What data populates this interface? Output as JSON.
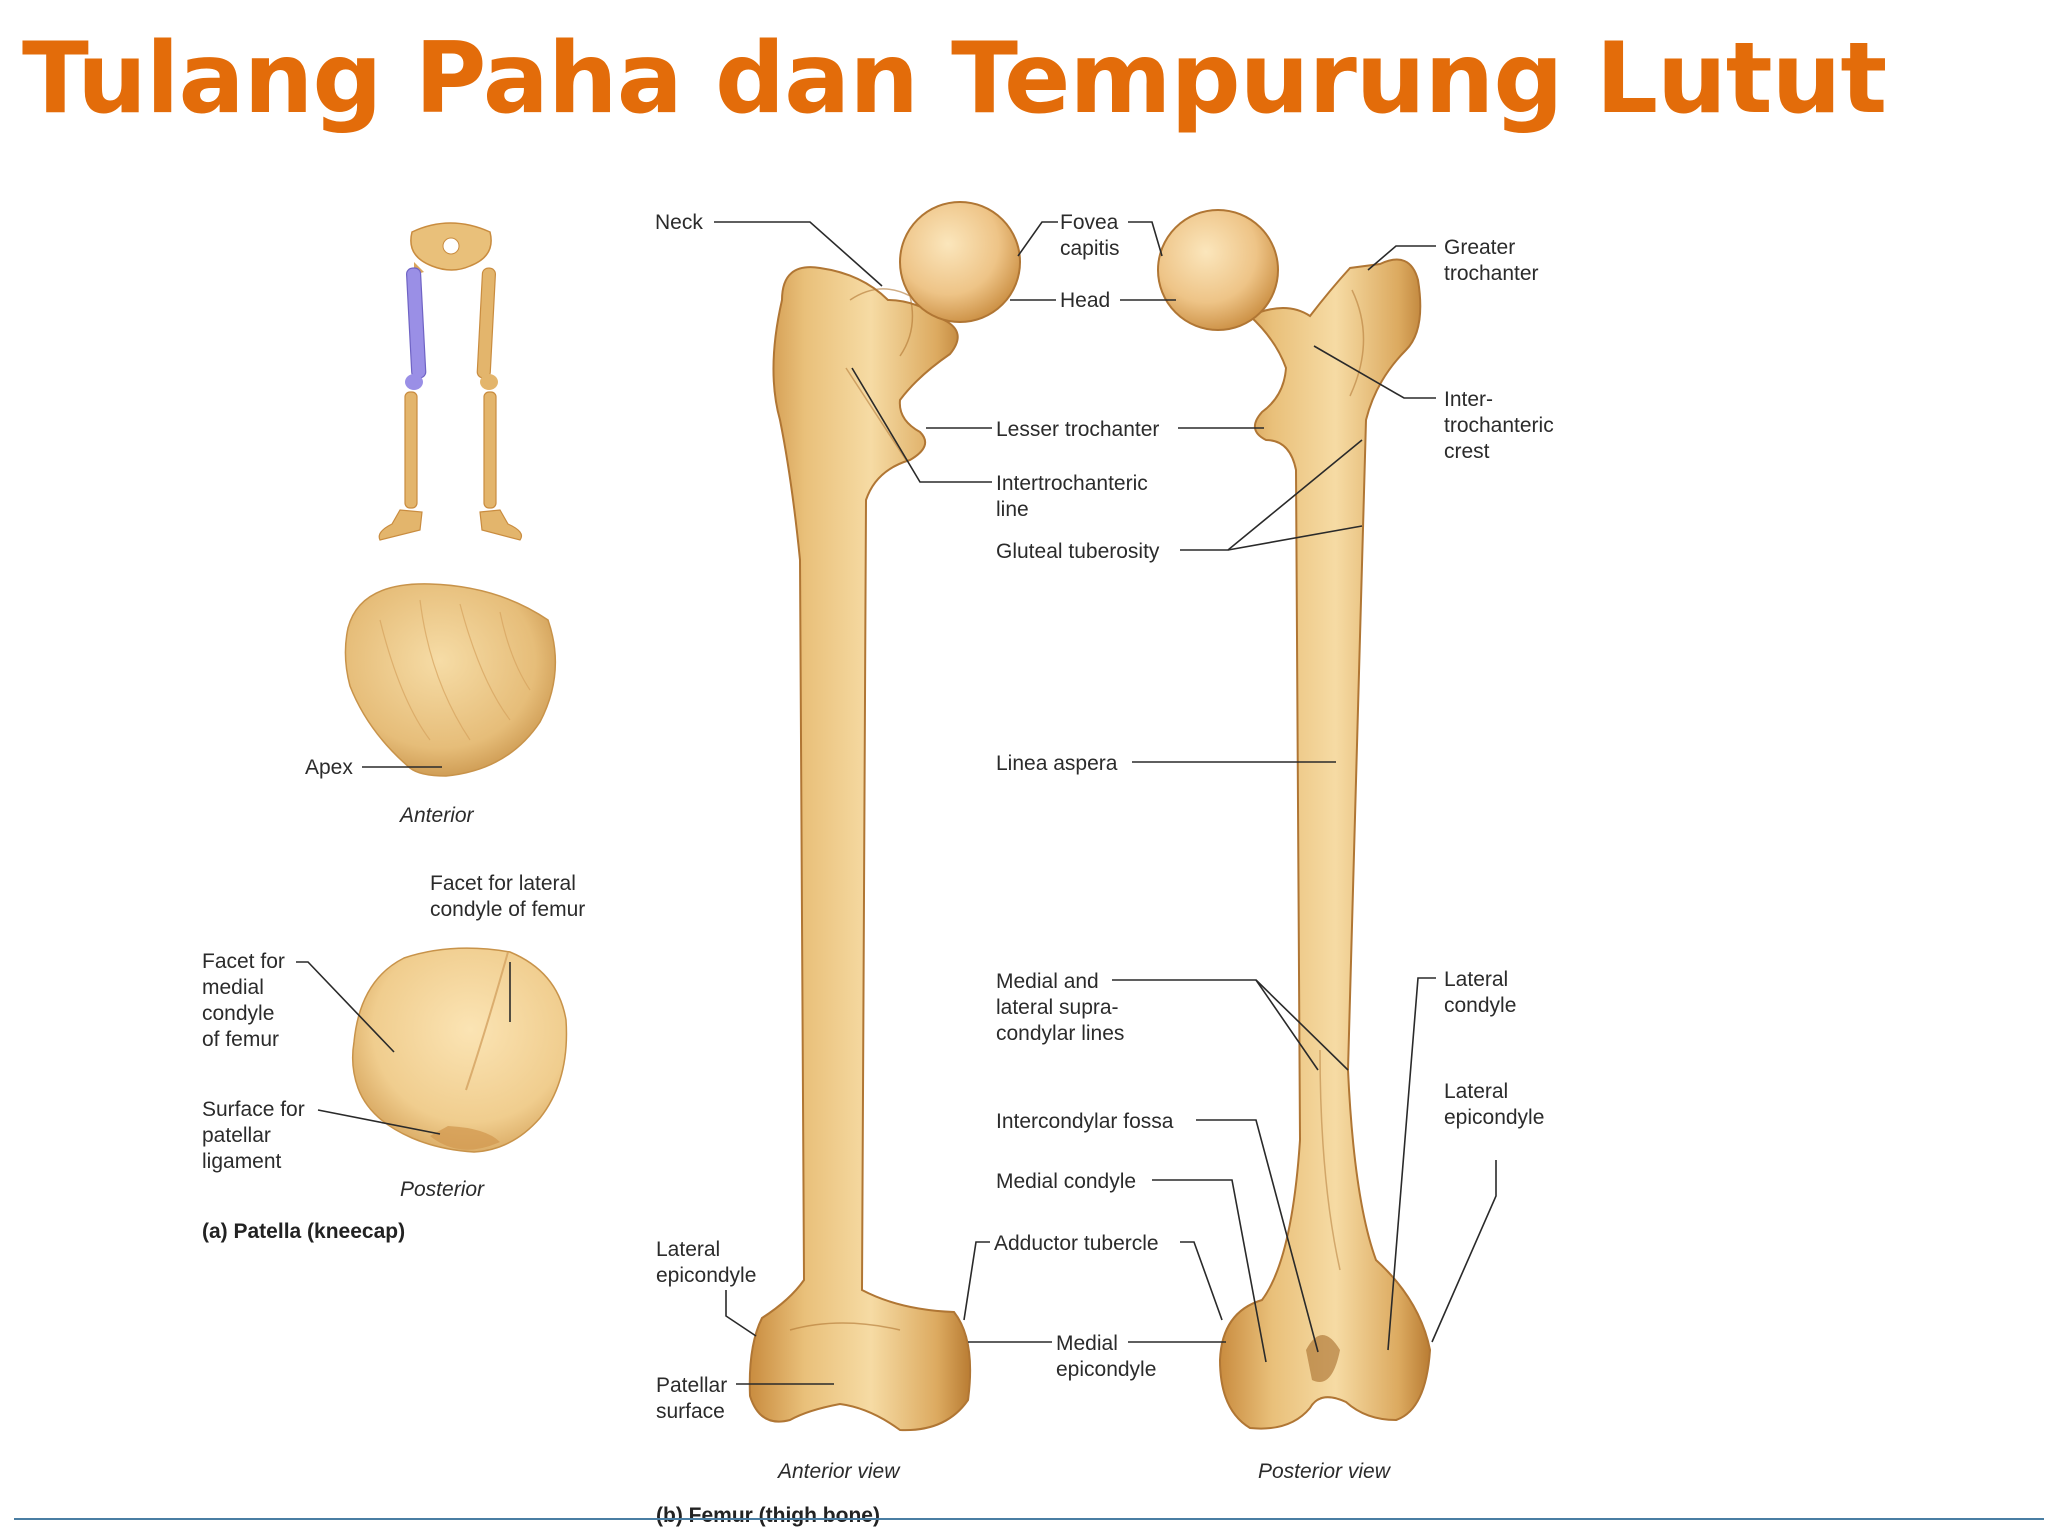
{
  "slide": {
    "title": "Tulang Paha dan Tempurung Lutut"
  },
  "colors": {
    "title": "#e36c0a",
    "bone_light": "#f3d49a",
    "bone_mid": "#e3b56c",
    "bone_dark": "#c98c3f",
    "femur_highlight": "#9a8fe6",
    "rule": "#4a7ea3"
  },
  "patella": {
    "caption_anterior": "Anterior",
    "caption_posterior": "Posterior",
    "figure_caption": "(a) Patella (kneecap)",
    "labels": {
      "apex": "Apex",
      "facet_lateral": [
        "Facet for lateral",
        "condyle of femur"
      ],
      "facet_medial": [
        "Facet for",
        "medial",
        "condyle",
        "of femur"
      ],
      "surface_ligament": [
        "Surface for",
        "patellar",
        "ligament"
      ]
    }
  },
  "femur": {
    "caption_anterior": "Anterior view",
    "caption_posterior": "Posterior view",
    "figure_caption": "(b) Femur (thigh bone)",
    "labels": {
      "neck": "Neck",
      "fovea_capitis": [
        "Fovea",
        "capitis"
      ],
      "head": "Head",
      "greater_trochanter": [
        "Greater",
        "trochanter"
      ],
      "intertrochanteric_crest": [
        "Inter-",
        "trochanteric",
        "crest"
      ],
      "lesser_trochanter": "Lesser trochanter",
      "intertrochanteric_line": [
        "Intertrochanteric",
        "line"
      ],
      "gluteal_tuberosity": "Gluteal tuberosity",
      "linea_aspera": "Linea aspera",
      "supracondylar_lines": [
        "Medial and",
        "lateral supra-",
        "condylar lines"
      ],
      "lateral_condyle": [
        "Lateral",
        "condyle"
      ],
      "lateral_epicondyle_posterior": [
        "Lateral",
        "epicondyle"
      ],
      "intercondylar_fossa": "Intercondylar fossa",
      "medial_condyle": "Medial condyle",
      "adductor_tubercle": "Adductor tubercle",
      "medial_epicondyle": [
        "Medial",
        "epicondyle"
      ],
      "lateral_epicondyle_anterior": [
        "Lateral",
        "epicondyle"
      ],
      "patellar_surface": [
        "Patellar",
        "surface"
      ]
    }
  }
}
